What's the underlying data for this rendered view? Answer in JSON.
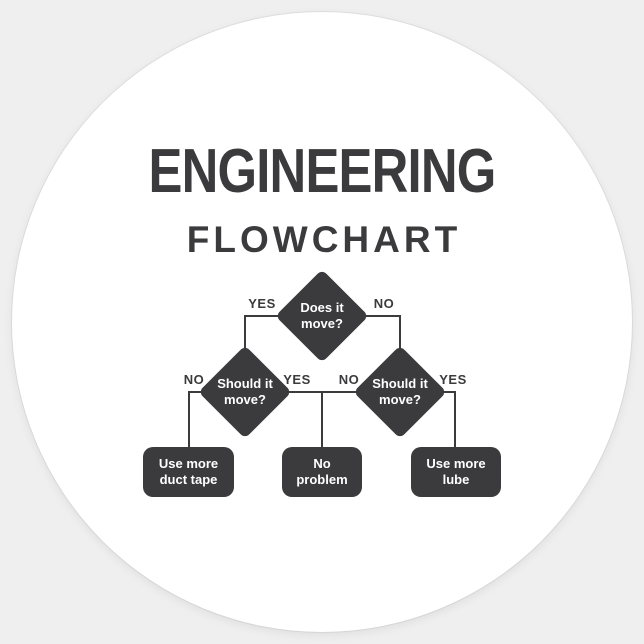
{
  "sticker": {
    "title": "ENGINEERING",
    "subtitle": "FLOWCHART",
    "colors": {
      "ink": "#3b3b3d",
      "background": "#efefef",
      "sticker_face": "#ffffff",
      "node_text": "#ffffff"
    }
  },
  "flowchart": {
    "root": {
      "label": "Does it move?",
      "yes_label": "YES",
      "no_label": "NO"
    },
    "left_decision": {
      "label": "Should it move?",
      "no_label": "NO",
      "yes_label": "YES"
    },
    "right_decision": {
      "label": "Should it move?",
      "no_label": "NO",
      "yes_label": "YES"
    },
    "terminals": {
      "duct_tape": "Use more duct tape",
      "no_problem": "No problem",
      "lube": "Use more lube"
    }
  }
}
